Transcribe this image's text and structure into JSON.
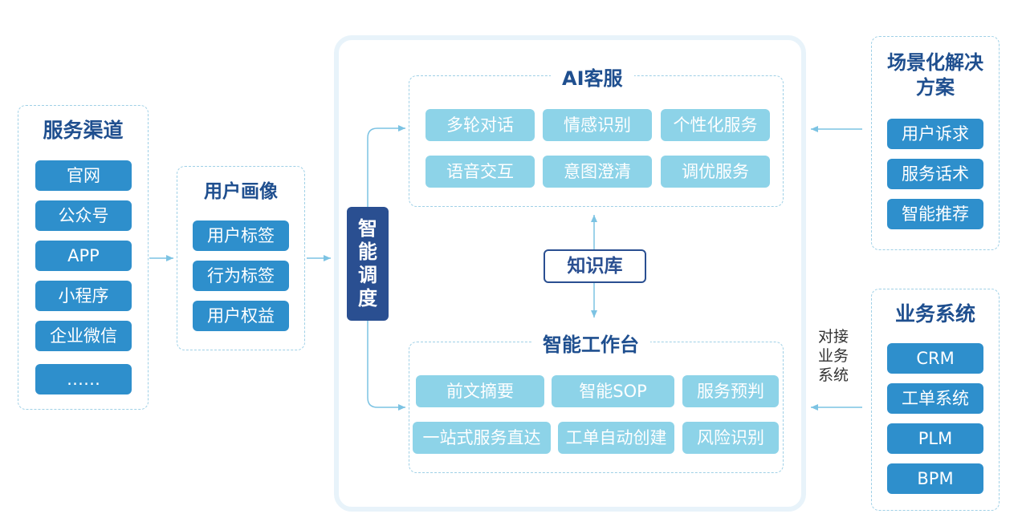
{
  "channels": {
    "title": "服务渠道",
    "items": [
      "官网",
      "公众号",
      "APP",
      "小程序",
      "企业微信",
      "……"
    ]
  },
  "portrait": {
    "title": "用户画像",
    "items": [
      "用户标签",
      "行为标签",
      "用户权益"
    ]
  },
  "dispatch": {
    "label": "智能调度"
  },
  "ai_service": {
    "title": "AI客服",
    "items": [
      "多轮对话",
      "情感识别",
      "个性化服务",
      "语音交互",
      "意图澄清",
      "调优服务"
    ]
  },
  "knowledge_base": {
    "label": "知识库"
  },
  "workbench": {
    "title": "智能工作台",
    "items": [
      "前文摘要",
      "智能SOP",
      "服务预判",
      "一站式服务直达",
      "工单自动创建",
      "风险识别"
    ]
  },
  "scenario": {
    "title": "场景化解决方案",
    "items": [
      "用户诉求",
      "服务话术",
      "智能推荐"
    ]
  },
  "business": {
    "title": "业务系统",
    "items": [
      "CRM",
      "工单系统",
      "PLM",
      "BPM"
    ]
  },
  "connector_label": "对接业务系统",
  "colors": {
    "title": "#1f4f8f",
    "button_dark": "#2e8fcc",
    "button_light": "#8dd3e8",
    "dispatch": "#2a4f91",
    "dashed_border": "#9fd0e6",
    "arrow": "#7cc3e3"
  }
}
